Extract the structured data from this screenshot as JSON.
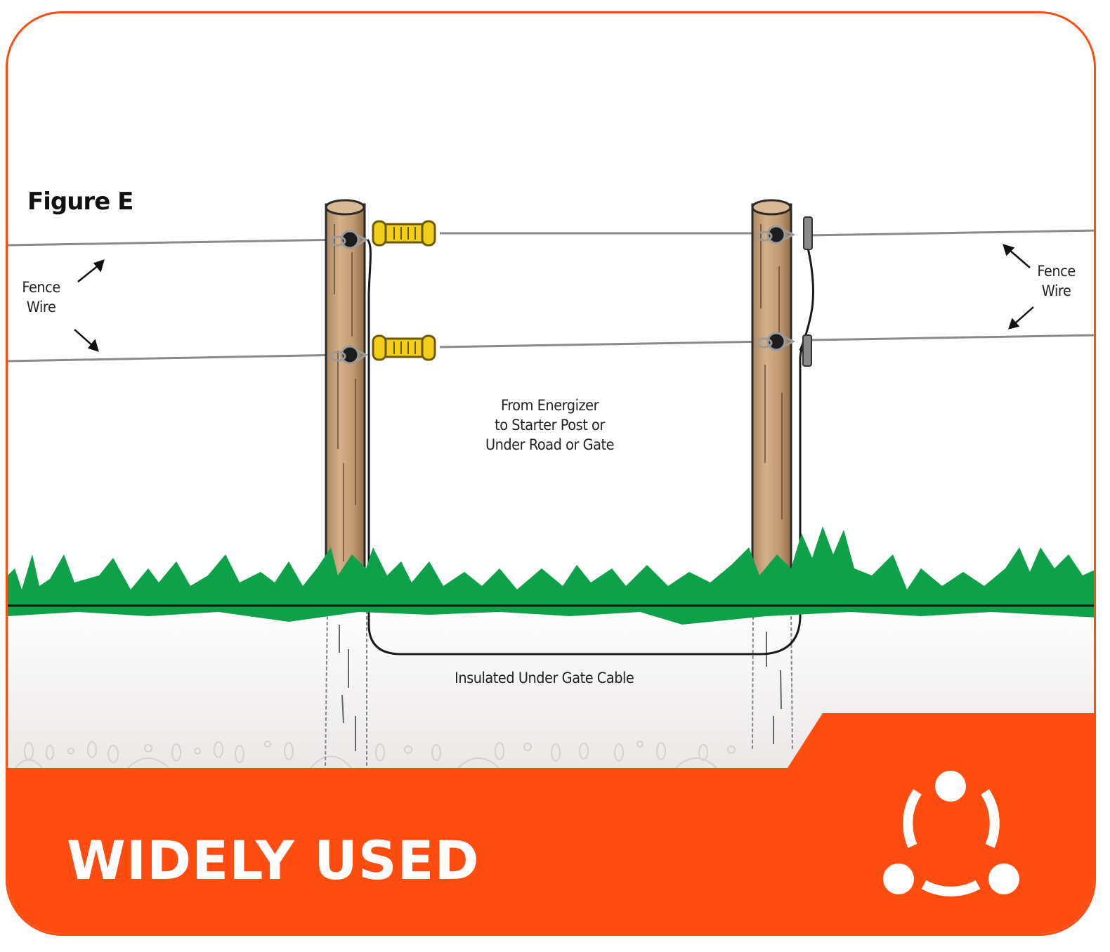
{
  "figure": {
    "title": "Figure E",
    "labels": {
      "fence_wire_left": [
        "Fence",
        "Wire"
      ],
      "fence_wire_right": [
        "Fence",
        "Wire"
      ],
      "energizer_note": [
        "From Energizer",
        "to Starter Post or",
        "Under Road or Gate"
      ],
      "cable_label": "Insulated Under Gate Cable"
    }
  },
  "banner": {
    "text": "WIDELY USED",
    "icon": "share-network-icon"
  },
  "colors": {
    "accent": "#ff4d12",
    "grass": "#0fa14a",
    "post": "#c9a67f",
    "insulator": "#f2cf1b",
    "wire": "#8a8a8a"
  }
}
